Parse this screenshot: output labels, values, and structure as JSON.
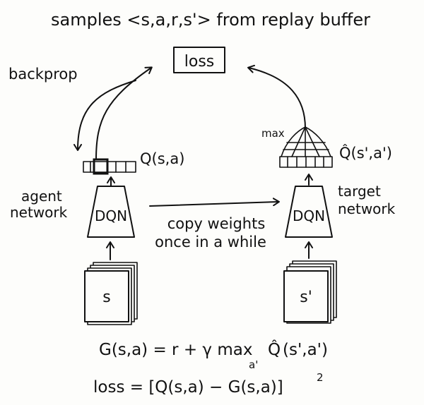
{
  "header": {
    "title": "samples <s,a,r,s'> from replay buffer"
  },
  "loss_box": {
    "label": "loss"
  },
  "labels": {
    "backprop": "backprop",
    "q_agent": "Q(s,a)",
    "max": "max",
    "q_target": "Q̂(s',a')",
    "agent_network_line1": "agent",
    "agent_network_line2": "network",
    "target_network_line1": "target",
    "target_network_line2": "network",
    "copy_line1": "copy weights",
    "copy_line2": "once in a while"
  },
  "networks": {
    "agent": {
      "label": "DQN"
    },
    "target": {
      "label": "DQN"
    }
  },
  "states": {
    "agent": {
      "label": "s"
    },
    "target": {
      "label": "s'"
    }
  },
  "equations": {
    "g_lhs": "G(s,a) = r + γ max",
    "g_q": "Q̂",
    "g_args": "(s',a')",
    "g_sub": "a'",
    "loss_lhs": "loss = [Q(s,a) − G(s,a)]",
    "loss_exp": "2"
  }
}
